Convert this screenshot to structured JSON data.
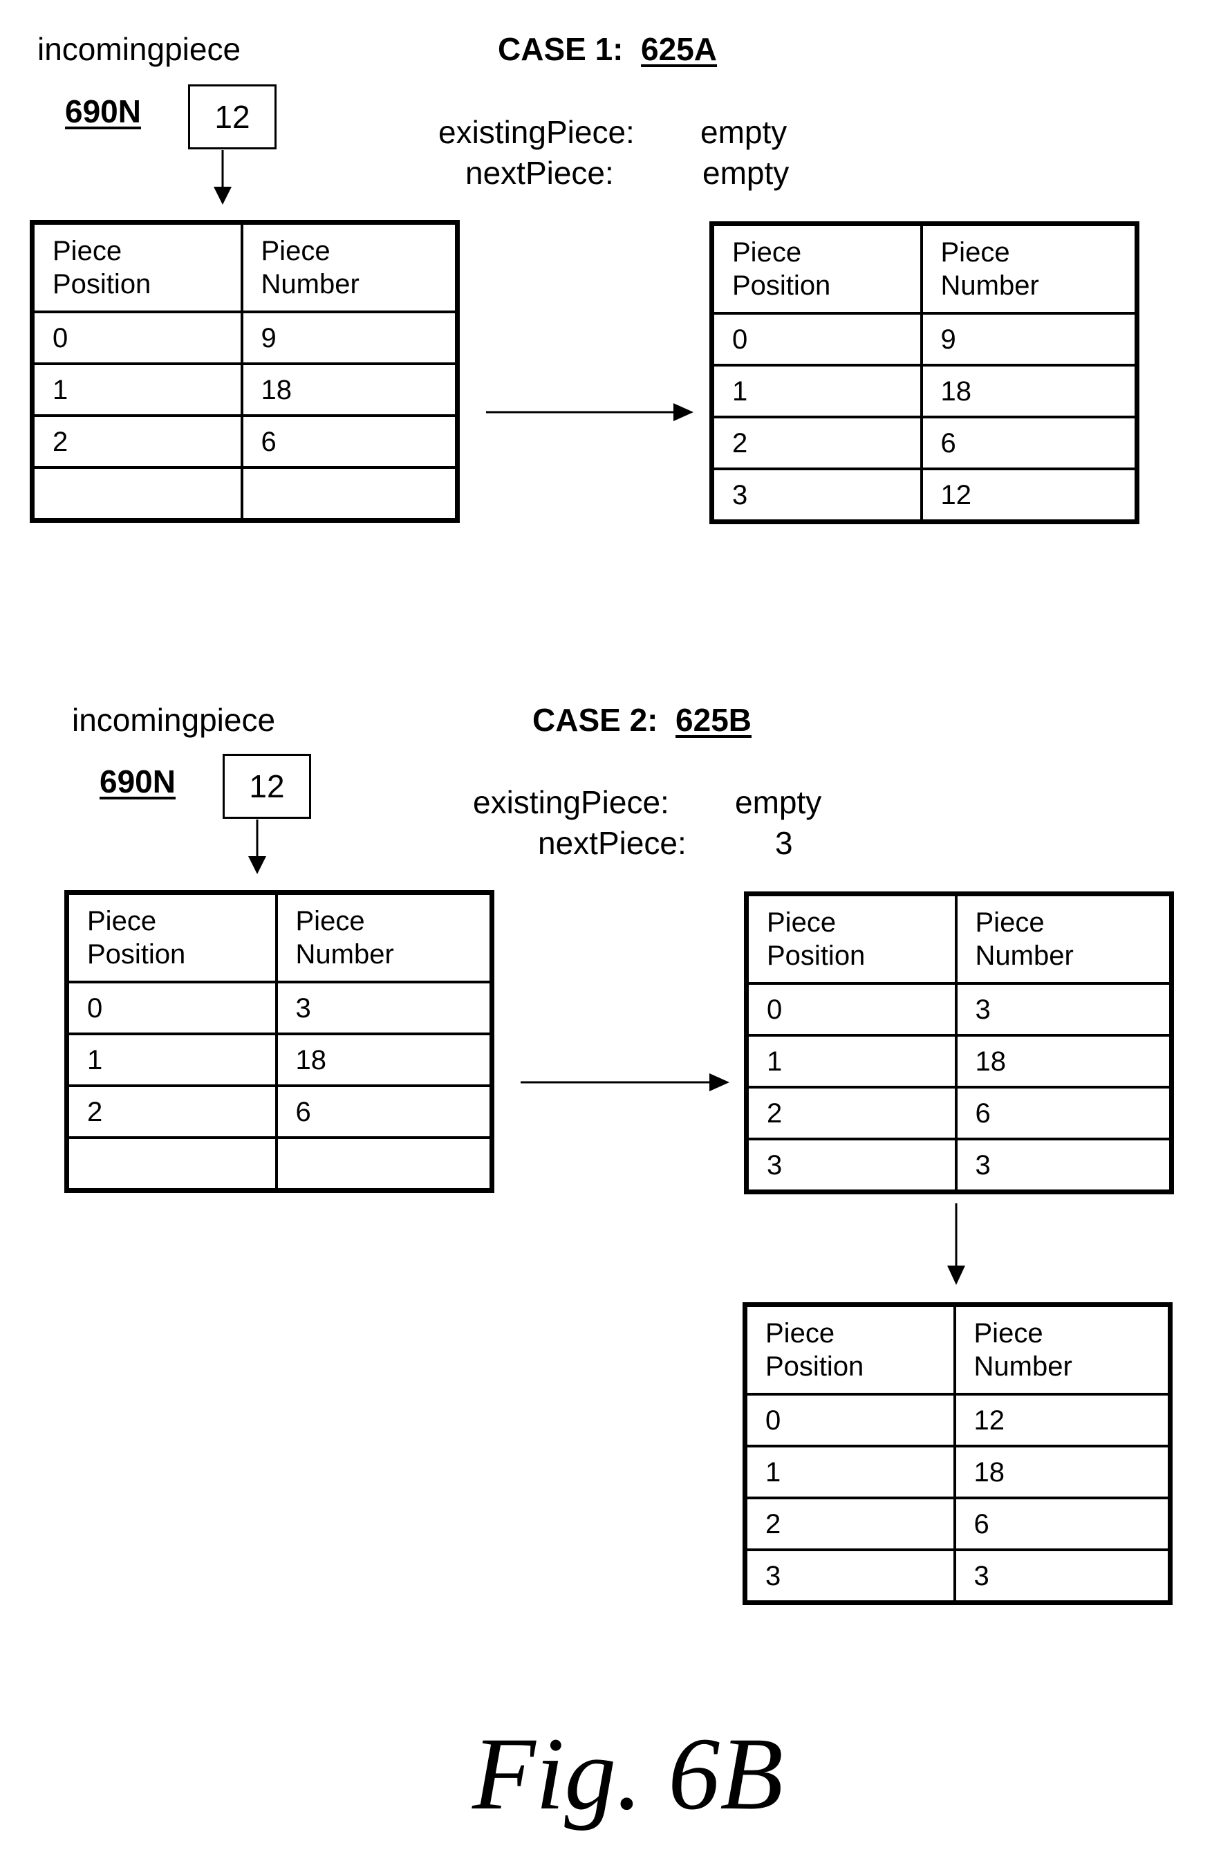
{
  "header_labels": {
    "incoming": "incomingpiece"
  },
  "case1": {
    "title_prefix": "CASE 1:",
    "title_ref": "625A",
    "ref_label": "690N",
    "incoming_value": "12",
    "vars": [
      {
        "name": "existingPiece:",
        "value": "empty"
      },
      {
        "name": "nextPiece:",
        "value": "empty"
      }
    ],
    "before": {
      "headers": [
        "Piece Position",
        "Piece Number"
      ],
      "rows": [
        [
          "0",
          "9"
        ],
        [
          "1",
          "18"
        ],
        [
          "2",
          "6"
        ],
        [
          "",
          ""
        ]
      ]
    },
    "after": {
      "headers": [
        "Piece Position",
        "Piece Number"
      ],
      "rows": [
        [
          "0",
          "9"
        ],
        [
          "1",
          "18"
        ],
        [
          "2",
          "6"
        ],
        [
          "3",
          "12"
        ]
      ]
    }
  },
  "case2": {
    "title_prefix": "CASE 2:",
    "title_ref": "625B",
    "ref_label": "690N",
    "incoming_value": "12",
    "vars": [
      {
        "name": "existingPiece:",
        "value": "empty"
      },
      {
        "name": "nextPiece:",
        "value": "3"
      }
    ],
    "before": {
      "headers": [
        "Piece Position",
        "Piece Number"
      ],
      "rows": [
        [
          "0",
          "3"
        ],
        [
          "1",
          "18"
        ],
        [
          "2",
          "6"
        ],
        [
          "",
          ""
        ]
      ]
    },
    "after": {
      "headers": [
        "Piece Position",
        "Piece Number"
      ],
      "rows": [
        [
          "0",
          "3"
        ],
        [
          "1",
          "18"
        ],
        [
          "2",
          "6"
        ],
        [
          "3",
          "3"
        ]
      ]
    },
    "final": {
      "headers": [
        "Piece Position",
        "Piece Number"
      ],
      "rows": [
        [
          "0",
          "12"
        ],
        [
          "1",
          "18"
        ],
        [
          "2",
          "6"
        ],
        [
          "3",
          "3"
        ]
      ]
    }
  },
  "figure_label": "Fig. 6B"
}
